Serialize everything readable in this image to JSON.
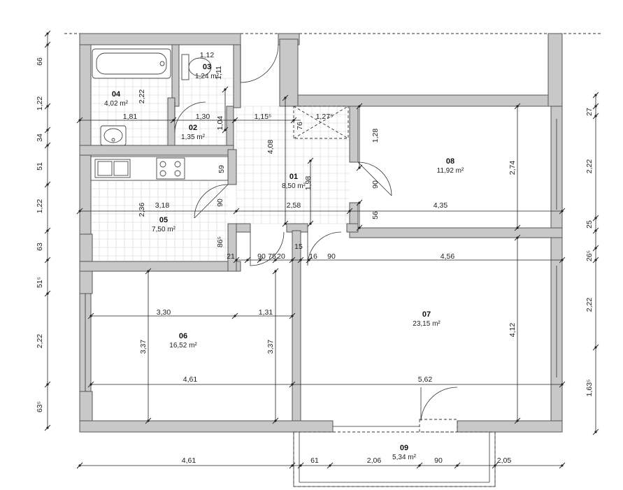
{
  "rooms": [
    {
      "id": "01",
      "area": "8,50 m²"
    },
    {
      "id": "02",
      "area": "1,35 m²"
    },
    {
      "id": "03",
      "area": "1,24 m²"
    },
    {
      "id": "04",
      "area": "4,02 m²"
    },
    {
      "id": "05",
      "area": "7,50 m²"
    },
    {
      "id": "06",
      "area": "16,52 m²"
    },
    {
      "id": "07",
      "area": "23,15 m²"
    },
    {
      "id": "08",
      "area": "11,92 m²"
    },
    {
      "id": "09",
      "area": "5,34 m²"
    }
  ],
  "dimensions": {
    "left": [
      "66",
      "1,22",
      "34",
      "51",
      "1,22",
      "63",
      "51⁵",
      "2,22",
      "63⁵"
    ],
    "right": [
      "27",
      "2,22",
      "25",
      "26⁵",
      "2,22",
      "1,63⁵"
    ],
    "bottom": [
      "4,61",
      "61",
      "2,06",
      "90",
      "2,05"
    ],
    "inner": [
      "1,12",
      "1,11",
      "2,22",
      "1,81",
      "1,30",
      "1,04",
      "1,15⁵",
      "76",
      "1,27⁵",
      "4,08",
      "1,28",
      "2,74",
      "59",
      "90",
      "1,98",
      "90",
      "2,36",
      "3,18",
      "2,58",
      "4,35",
      "56",
      "86⁵",
      "21",
      "90",
      "75",
      "20",
      "15",
      "16",
      "90",
      "4,56",
      "3,30",
      "1,31",
      "3,37",
      "3,37",
      "4,12",
      "4,61",
      "5,62"
    ]
  }
}
